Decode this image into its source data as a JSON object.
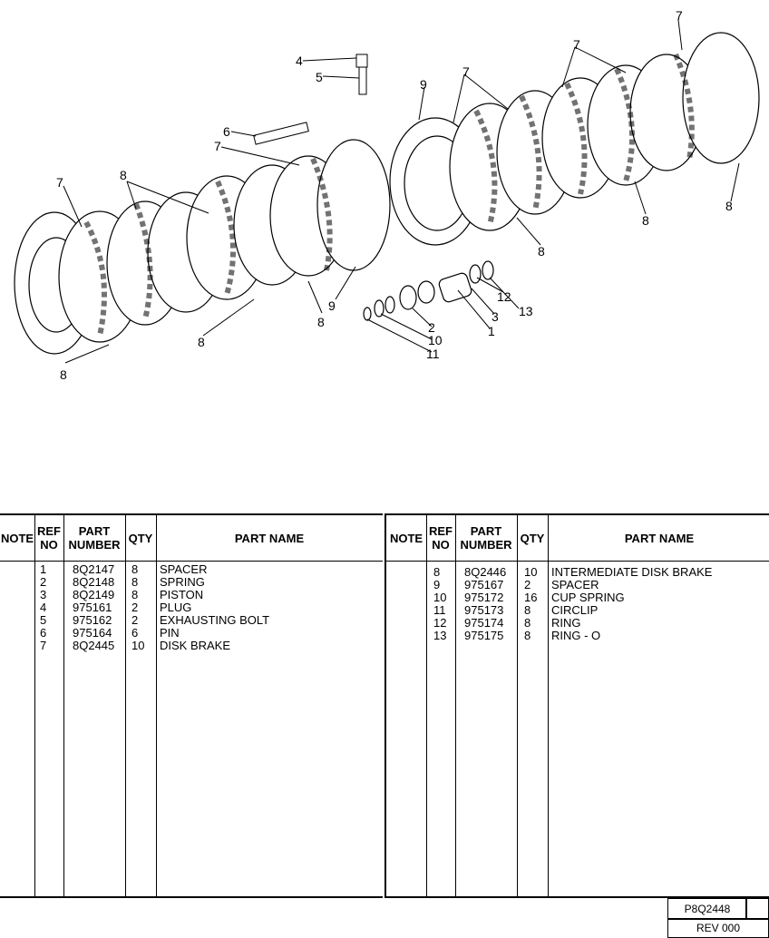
{
  "headers": {
    "note": "NOTE",
    "ref_no": "REF NO",
    "part_number": "PART NUMBER",
    "qty": "QTY",
    "part_name": "PART NAME"
  },
  "parts_left": [
    {
      "ref": "1",
      "part_number": "8Q2147",
      "qty": "8",
      "name": "SPACER"
    },
    {
      "ref": "2",
      "part_number": "8Q2148",
      "qty": "8",
      "name": "SPRING"
    },
    {
      "ref": "3",
      "part_number": "8Q2149",
      "qty": "8",
      "name": "PISTON"
    },
    {
      "ref": "4",
      "part_number": "975161",
      "qty": "2",
      "name": "PLUG"
    },
    {
      "ref": "5",
      "part_number": "975162",
      "qty": "2",
      "name": "EXHAUSTING BOLT"
    },
    {
      "ref": "6",
      "part_number": "975164",
      "qty": "6",
      "name": "PIN"
    },
    {
      "ref": "7",
      "part_number": "8Q2445",
      "qty": "10",
      "name": "DISK BRAKE"
    }
  ],
  "parts_right": [
    {
      "ref": "8",
      "part_number": "8Q2446",
      "qty": "10",
      "name": "INTERMEDIATE DISK BRAKE"
    },
    {
      "ref": "9",
      "part_number": "975167",
      "qty": "2",
      "name": "SPACER"
    },
    {
      "ref": "10",
      "part_number": "975172",
      "qty": "16",
      "name": "CUP SPRING"
    },
    {
      "ref": "11",
      "part_number": "975173",
      "qty": "8",
      "name": "CIRCLIP"
    },
    {
      "ref": "12",
      "part_number": "975174",
      "qty": "8",
      "name": "RING"
    },
    {
      "ref": "13",
      "part_number": "975175",
      "qty": "8",
      "name": "RING - O"
    }
  ],
  "callouts": [
    "1",
    "2",
    "3",
    "4",
    "5",
    "6",
    "7",
    "8",
    "9",
    "10",
    "11",
    "12",
    "13"
  ],
  "footer": {
    "drawing_number": "P8Q2448",
    "revision": "REV 000"
  }
}
